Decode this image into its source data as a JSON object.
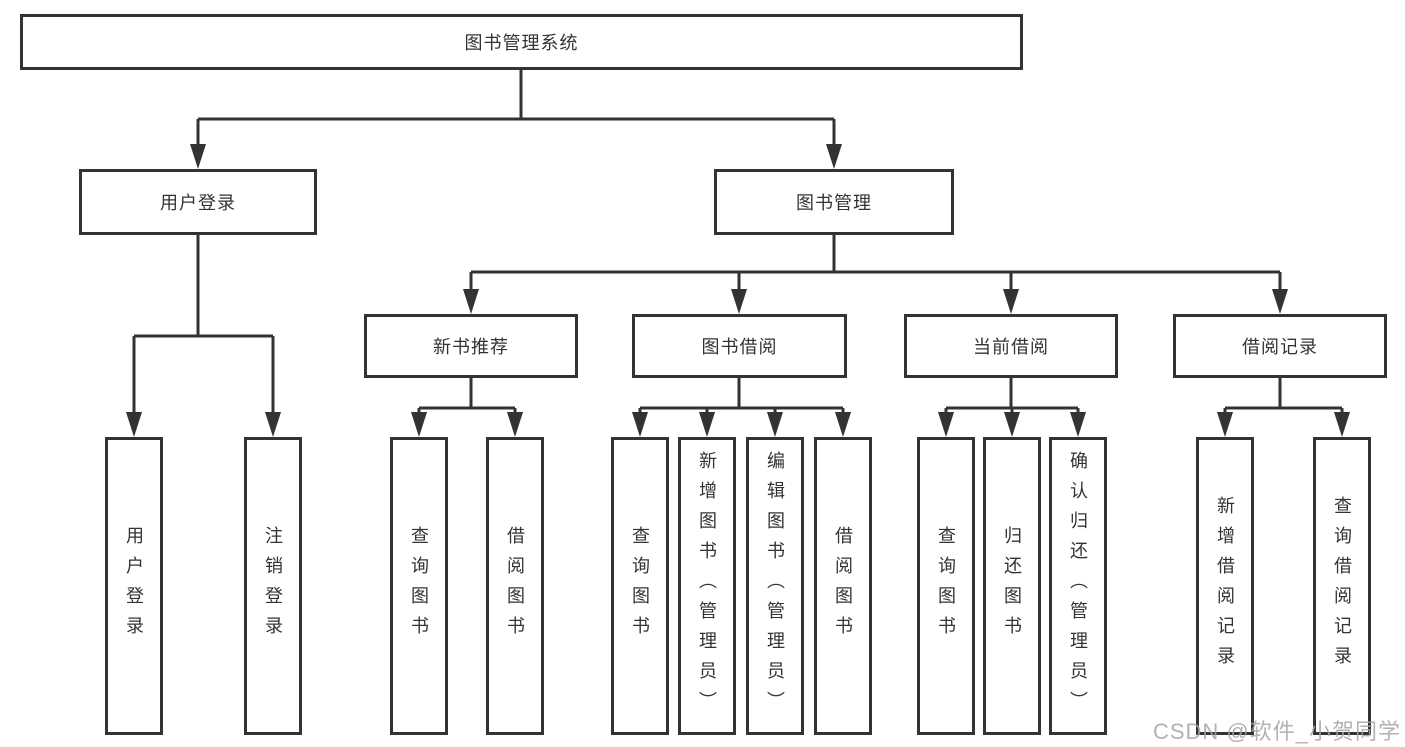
{
  "tree": {
    "root": "图书管理系统",
    "children": [
      {
        "label": "用户登录",
        "children": [
          {
            "label": "用户登录"
          },
          {
            "label": "注销登录"
          }
        ]
      },
      {
        "label": "图书管理",
        "children": [
          {
            "label": "新书推荐",
            "children": [
              {
                "label": "查询图书"
              },
              {
                "label": "借阅图书"
              }
            ]
          },
          {
            "label": "图书借阅",
            "children": [
              {
                "label": "查询图书"
              },
              {
                "label": "新增图书（管理员）"
              },
              {
                "label": "编辑图书（管理员）"
              },
              {
                "label": "借阅图书"
              }
            ]
          },
          {
            "label": "当前借阅",
            "children": [
              {
                "label": "查询图书"
              },
              {
                "label": "归还图书"
              },
              {
                "label": "确认归还（管理员）"
              }
            ]
          },
          {
            "label": "借阅记录",
            "children": [
              {
                "label": "新增借阅记录"
              },
              {
                "label": "查询借阅记录"
              }
            ]
          }
        ]
      }
    ]
  },
  "watermark": "CSDN @软件_小贺同学",
  "colors": {
    "line": "#333333",
    "text": "#333333",
    "background": "#ffffff",
    "watermark": "#a5a5a5"
  }
}
